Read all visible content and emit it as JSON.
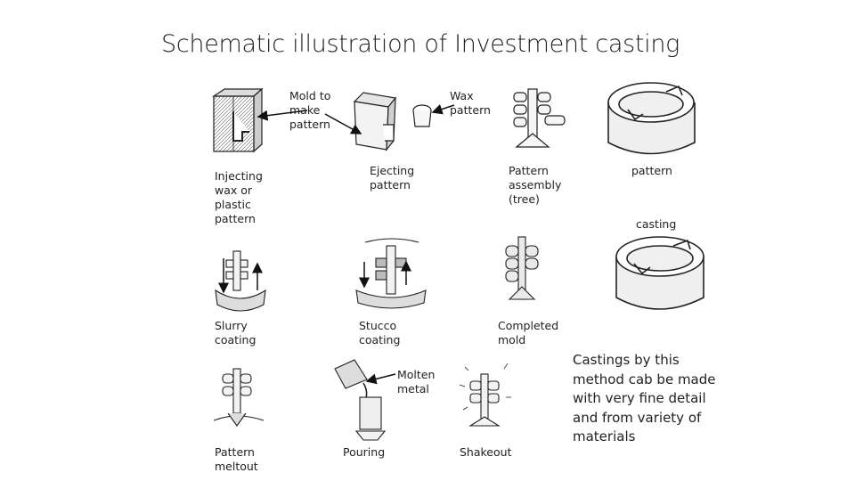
{
  "title": "Schematic illustration of Investment casting",
  "labels": {
    "mold_to_make_pattern": "Mold to\nmake\npattern",
    "wax_pattern": "Wax\npattern",
    "injecting": "Injecting\nwax or\nplastic\npattern",
    "ejecting": "Ejecting\npattern",
    "pattern_assembly": "Pattern\nassembly\n(tree)",
    "pattern_top_right": "pattern",
    "casting": "casting",
    "slurry": "Slurry\ncoating",
    "stucco": "Stucco\ncoating",
    "completed_mold": "Completed\nmold",
    "molten_metal": "Molten\nmetal",
    "pattern_meltout": "Pattern\nmeltout",
    "pouring": "Pouring",
    "shakeout": "Shakeout"
  },
  "note": "Castings by this\nmethod cab be made\nwith very fine detail\nand from variety of\nmaterials",
  "colors": {
    "ink": "#222222",
    "fill": "#f2f2f2",
    "shade": "#9a9a9a"
  }
}
